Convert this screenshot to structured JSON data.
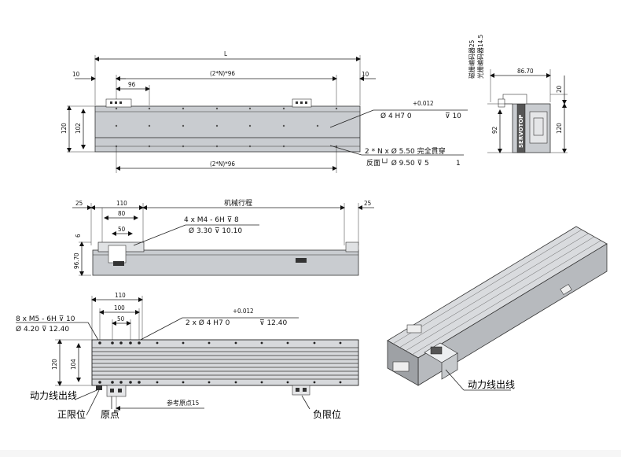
{
  "top_view": {
    "length_label": "L",
    "left_margin": "10",
    "right_margin": "10",
    "pitch_label": "(2*N)*96",
    "pitch_first": "96",
    "bottom_pitch_label": "(2*N)*96",
    "height_outer": "120",
    "height_inner": "102",
    "tolerance": "+0.012",
    "hole_spec": "Ø 4 H7   0",
    "hole_depth": "⊽ 10",
    "through_spec": "2 * N x Ø 5.50 完全貫穿",
    "counterbore_spec": "反面└┘ Ø 9.50 ⊽ 5",
    "counterbore_depth": "1"
  },
  "end_view": {
    "motor_encoder_label": "磁栅编码器25",
    "optical_encoder_label": "光栅编码器14.5",
    "width_label": "86.70",
    "top_gap": "20",
    "height_left": "92",
    "height_right": "120",
    "brand": "SERVOTOP"
  },
  "side_view": {
    "left_margin": "25",
    "right_margin": "25",
    "carriage_width": "110",
    "stroke_label": "机械行程",
    "inner_width": "80",
    "hole_pitch": "50",
    "offset": "6",
    "height": "96.70",
    "thread_spec": "4 x M4 - 6H ⊽ 8",
    "hole_spec": "Ø 3.30 ⊽ 10.10"
  },
  "plan_view": {
    "thread_spec": "8 x M5 - 6H ⊽ 10",
    "hole_spec": "Ø 4.20 ⊽ 12.40",
    "carriage_width": "110",
    "inner_width": "100",
    "hole_pitch": "50",
    "tolerance": "+0.012",
    "pin_spec": "2 x Ø 4 H7   0",
    "pin_depth": "⊽ 12.40",
    "height_outer": "120",
    "height_inner": "104",
    "ref_origin": "参考原点15",
    "cable_exit": "动力线出线",
    "pos_limit": "正限位",
    "origin": "原点",
    "neg_limit": "负限位"
  },
  "iso_view": {
    "cable_exit": "动力线出线"
  }
}
